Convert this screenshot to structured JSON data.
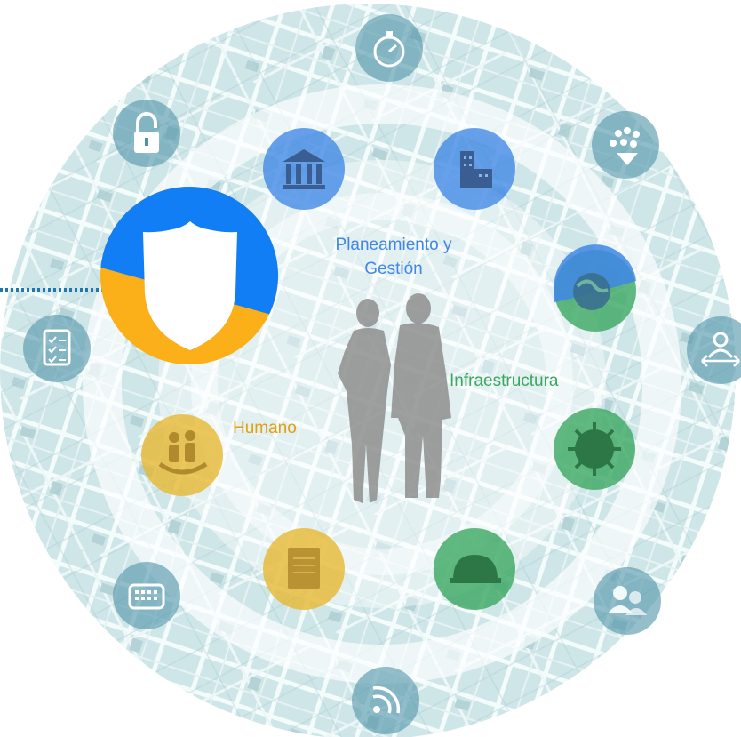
{
  "labels": {
    "planeamiento_line1": "Planeamiento y",
    "planeamiento_line2": "Gestión",
    "humano": "Humano",
    "infraestructura": "Infraestructura"
  },
  "colors": {
    "blue": "#3f86e6",
    "green": "#3aa760",
    "yellow": "#e6b832",
    "teal_ring": "#bfe0e4",
    "teal_icon": "#4f93a8",
    "hero_blue": "#127ef5",
    "hero_yellow": "#fbb01a",
    "silhouette": "#8e8e8e"
  },
  "icons": {
    "outer": [
      "stopwatch-icon",
      "crowd-icon",
      "person-arrows-icon",
      "users-icon",
      "rss-icon",
      "keyboard-icon",
      "checklist-icon",
      "lock-icon"
    ],
    "inner": [
      "bank-icon",
      "buildings-icon",
      "globe-icon",
      "virus-icon",
      "cloud-icon",
      "book-icon",
      "family-icon",
      "shield-icon"
    ]
  }
}
